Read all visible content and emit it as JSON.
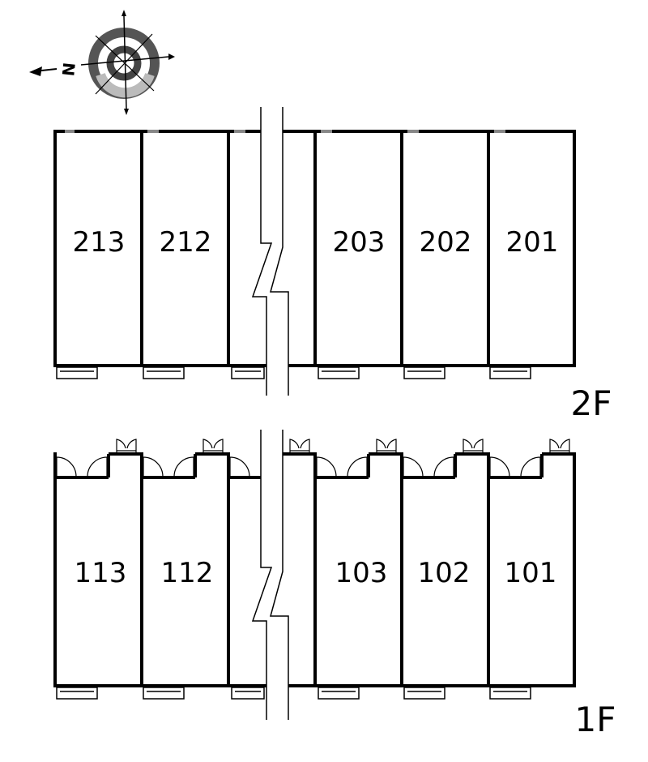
{
  "compass": {
    "north_letter": "N",
    "icon": "compass-rose-icon"
  },
  "floors": [
    {
      "id": "2F",
      "label": "2F",
      "rooms": [
        "213",
        "212",
        "203",
        "202",
        "201"
      ]
    },
    {
      "id": "1F",
      "label": "1F",
      "rooms": [
        "113",
        "112",
        "103",
        "102",
        "101"
      ]
    }
  ]
}
